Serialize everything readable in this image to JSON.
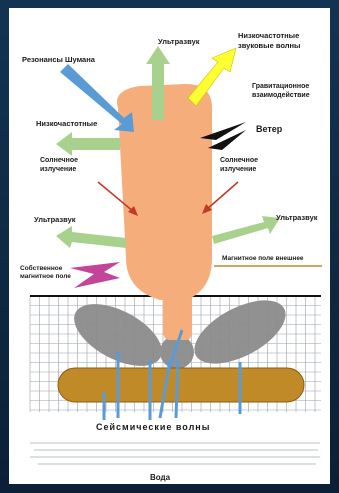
{
  "labels": {
    "schumann": "Резонансы Шумана",
    "ultrasound_top": "Ультразвук",
    "lowfreq_sound_l1": "Низкочастотные",
    "lowfreq_sound_l2": "звуковые волны",
    "gravity_l1": "Гравитационное",
    "gravity_l2": "взаимодействие",
    "wind": "Ветер",
    "lowfreq_left": "Низкочастотные",
    "solar_left_l1": "Солнечное",
    "solar_left_l2": "излучение",
    "solar_right_l1": "Солнечное",
    "solar_right_l2": "излучение",
    "ultrasound_left": "Ультразвук",
    "ultrasound_right": "Ультразвук",
    "magnetic_external": "Магнитное поле внешнее",
    "own_magnetic_l1": "Собственное",
    "own_magnetic_l2": "магнитное поле",
    "seismic": "Сейсмические волны",
    "water": "Вода"
  },
  "colors": {
    "trunk": "#f6ad7c",
    "green_arrow": "#a9d18e",
    "yellow_arrow": "#ffff33",
    "blue_arrow": "#5b9bd5",
    "red_arrow": "#c0392b",
    "pink_arrow": "#c2459a",
    "roots": "#8a8a8a",
    "water_layer": "#c08a28",
    "grid": "#9aa0aa"
  }
}
